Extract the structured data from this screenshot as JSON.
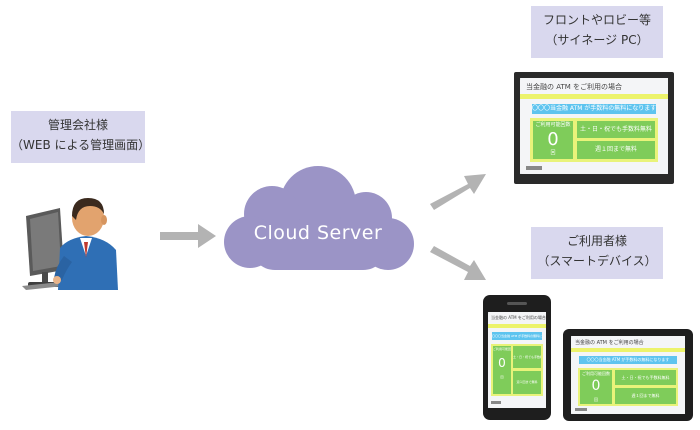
{
  "diagram": {
    "admin": {
      "line1": "管理会社様",
      "line2": "（WEB による管理画面）"
    },
    "cloud": {
      "label": "Cloud Server"
    },
    "signage": {
      "line1": "フロントやロビー等",
      "line2": "（サイネージ PC）"
    },
    "users": {
      "line1": "ご利用者様",
      "line2": "（スマートデバイス）"
    },
    "screen": {
      "title": "当金融の ATM をご利用の場合",
      "notice": "〇〇〇当金融 ATM が手数料の無料になります",
      "count_label": "ご利用可能回数",
      "count_value": "0",
      "count_unit": "回",
      "rule1": "土・日・祝でも手数料無料",
      "rule2": "週１回まで無料"
    },
    "colors": {
      "label_box": "#d9d8ee",
      "cloud": "#9b94c6",
      "arrow": "#b3b3b3",
      "screen_blue": "#5ec4ef",
      "screen_green": "#7fcc5a",
      "screen_yellow": "#ecf36b"
    }
  }
}
